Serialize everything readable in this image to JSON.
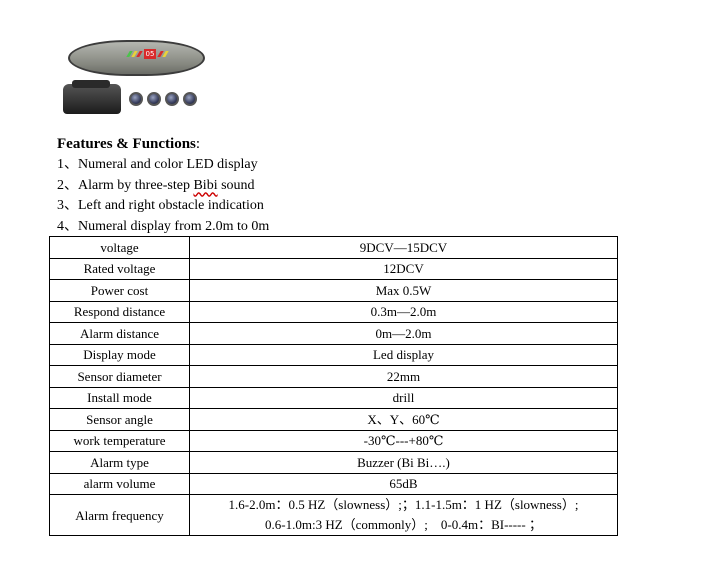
{
  "features": {
    "heading": "Features & Functions",
    "colon": ":",
    "items": [
      {
        "number": "1、",
        "text": "Numeral and color LED display"
      },
      {
        "number": "2、",
        "text_before": "Alarm by three-step ",
        "text_wavy": "Bibi",
        "text_after": " sound"
      },
      {
        "number": "3、",
        "text": "Left and right obstacle indication"
      },
      {
        "number": "4、",
        "text": "Numeral display from 2.0m to 0m"
      }
    ]
  },
  "product": {
    "led_digit": "05",
    "colors": {
      "led_green": "#4cc24c",
      "led_yellow": "#e8d23a",
      "led_red": "#d82a2a"
    }
  },
  "specs": [
    {
      "label": "voltage",
      "value": "9DCV—15DCV"
    },
    {
      "label": "Rated voltage",
      "value": "12DCV"
    },
    {
      "label": "Power cost",
      "value": "Max 0.5W"
    },
    {
      "label": "Respond distance",
      "value": "0.3m—2.0m"
    },
    {
      "label": "Alarm distance",
      "value": "0m—2.0m"
    },
    {
      "label": "Display mode",
      "value": "Led display"
    },
    {
      "label": "Sensor diameter",
      "value": "22mm"
    },
    {
      "label": "Install mode",
      "value": "drill"
    },
    {
      "label": "Sensor angle",
      "value": "X、Y、60℃"
    },
    {
      "label": "work temperature",
      "value": "-30℃---+80℃"
    },
    {
      "label": "Alarm type",
      "value": "Buzzer (Bi Bi….)"
    },
    {
      "label": "alarm volume",
      "value": "65dB"
    }
  ],
  "frequency": {
    "label": "Alarm frequency",
    "line1": "1.6-2.0m：0.5 HZ（slowness）;；1.1-1.5m：1 HZ（slowness）;",
    "line2": "0.6-1.0m:3 HZ（commonly）;　0-0.4m：BI----- ；"
  }
}
